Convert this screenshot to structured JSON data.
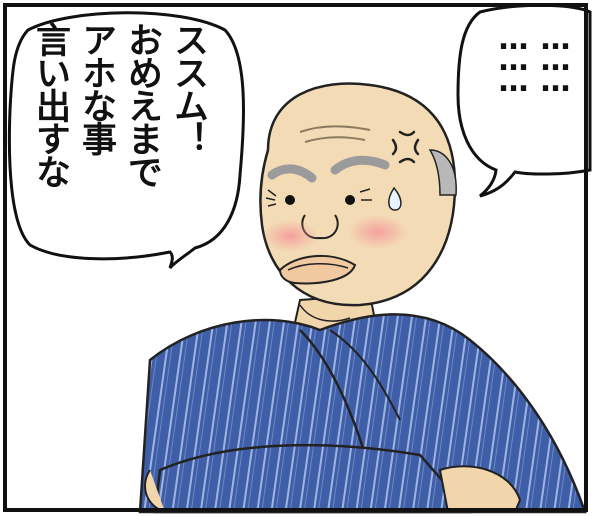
{
  "speech_left": {
    "lines": [
      "ススム！",
      "おめえまで",
      "アホな事",
      "言い出すな"
    ]
  },
  "speech_right": {
    "lines": [
      "………",
      "………"
    ]
  },
  "colors": {
    "skin": "#f3dcb5",
    "blush": "#f4a6a6",
    "hair": "#b8b8b8",
    "kimono": "#3f5ea8",
    "stripe": "#9fb4e0",
    "outline": "#222222"
  },
  "icons": [
    "anger-vein-icon",
    "sweat-drop-icon"
  ]
}
